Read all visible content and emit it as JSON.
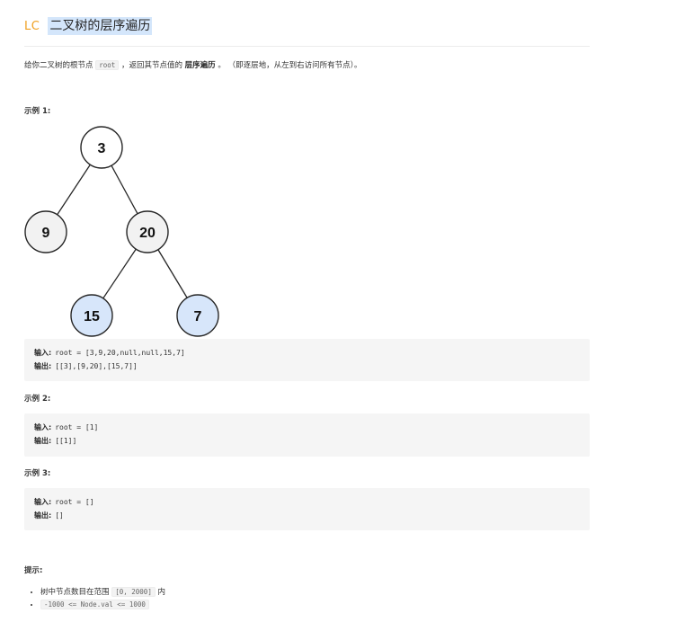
{
  "header": {
    "badge": "LC",
    "title": "二叉树的层序遍历"
  },
  "description": {
    "before": "给你二叉树的根节点 ",
    "code": "root",
    "middle": " ，返回其节点值的 ",
    "bold": "层序遍历",
    "after": " 。 （即逐层地，从左到右访问所有节点）。"
  },
  "examples": [
    {
      "label": "示例 1:",
      "input_key": "输入:",
      "input": "root = [3,9,20,null,null,15,7]",
      "output_key": "输出:",
      "output": "[[3],[9,20],[15,7]]"
    },
    {
      "label": "示例 2:",
      "input_key": "输入:",
      "input": "root = [1]",
      "output_key": "输出:",
      "output": "[[1]]"
    },
    {
      "label": "示例 3:",
      "input_key": "输入:",
      "input": "root = []",
      "output_key": "输出:",
      "output": "[]"
    }
  ],
  "tree": {
    "nodes": [
      {
        "id": "n3",
        "value": "3",
        "level": 0,
        "highlight": false
      },
      {
        "id": "n9",
        "value": "9",
        "level": 1,
        "highlight": false
      },
      {
        "id": "n20",
        "value": "20",
        "level": 1,
        "highlight": false
      },
      {
        "id": "n15",
        "value": "15",
        "level": 2,
        "highlight": true
      },
      {
        "id": "n7",
        "value": "7",
        "level": 2,
        "highlight": true
      }
    ],
    "colors": {
      "normal_fill": "#f2f2f2",
      "highlight_fill": "#d7e6fa",
      "stroke": "#262626"
    }
  },
  "tips": {
    "label": "提示:",
    "items": [
      {
        "before": "树中节点数目在范围 ",
        "code": "[0, 2000]",
        "after": " 内"
      },
      {
        "before": "",
        "code": "-1000 <= Node.val <= 1000",
        "after": ""
      }
    ]
  }
}
